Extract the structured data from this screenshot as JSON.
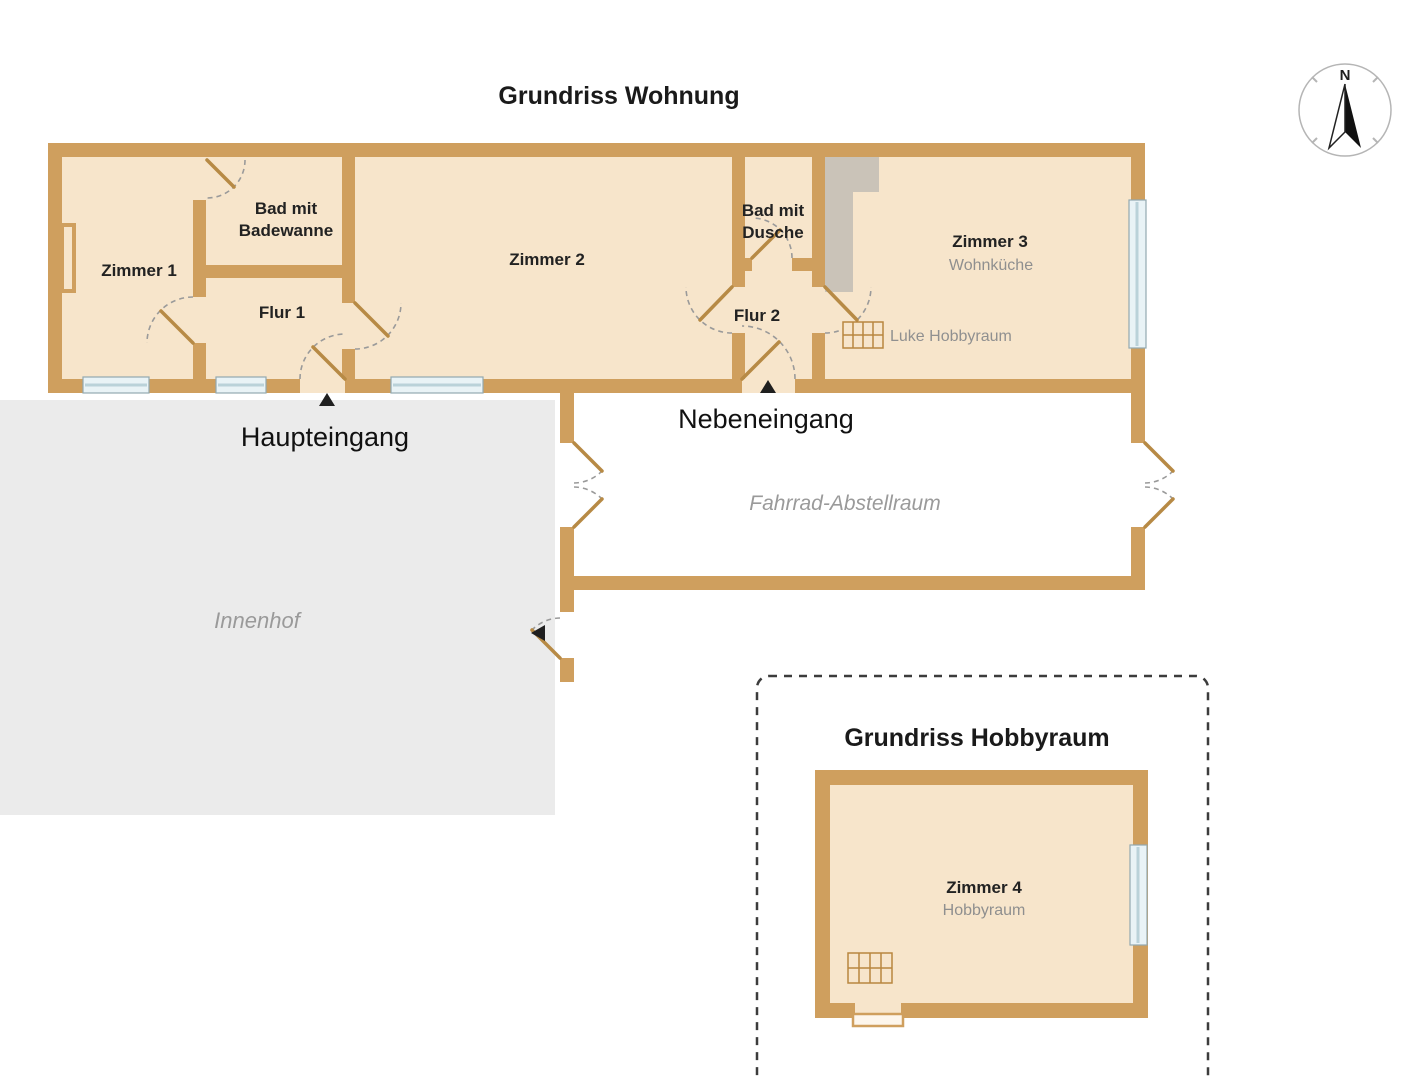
{
  "titles": {
    "main": "Grundriss Wohnung",
    "hobby": "Grundriss Hobbyraum"
  },
  "compass": {
    "north": "N"
  },
  "apartment": {
    "zimmer1": "Zimmer 1",
    "bad1_line1": "Bad mit",
    "bad1_line2": "Badewanne",
    "flur1": "Flur 1",
    "zimmer2": "Zimmer 2",
    "bad2_line1": "Bad mit",
    "bad2_line2": "Dusche",
    "flur2": "Flur 2",
    "zimmer3": "Zimmer 3",
    "zimmer3_sub": "Wohnküche",
    "luke_label": "Luke Hobbyraum",
    "haupteingang": "Haupteingang",
    "nebeneingang": "Nebeneingang",
    "fahrrad": "Fahrrad-Abstellraum",
    "innenhof": "Innenhof"
  },
  "hobbyroom": {
    "zimmer4": "Zimmer 4",
    "zimmer4_sub": "Hobbyraum"
  },
  "colors": {
    "wall": "#cf9f5e",
    "room_fill": "#f7e5cb",
    "window": "#e9f3f6",
    "courtyard": "#ebebeb",
    "recess_gray": "#cac3b8",
    "door_leaf": "#b78a45",
    "door_arc": "#9a9a9a",
    "text_dark": "#1f1f1f",
    "text_muted": "#9a9a9a"
  }
}
